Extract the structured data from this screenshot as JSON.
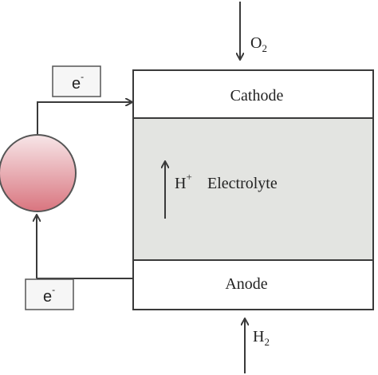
{
  "layers": {
    "cathode": "Cathode",
    "electrolyte": "Electrolyte",
    "anode": "Anode"
  },
  "ion": {
    "base": "H",
    "charge": "+"
  },
  "gases": {
    "top": {
      "base": "O",
      "sub": "2"
    },
    "bottom": {
      "base": "H",
      "sub": "2"
    }
  },
  "electron_labels": {
    "top": {
      "base": "e",
      "sup": "-"
    },
    "bottom": {
      "base": "e",
      "sup": "-"
    }
  },
  "colors": {
    "electrolyte_fill": "#e3e4e1",
    "load_circle_top": "#f7e6e8",
    "load_circle_bottom": "#d9757f",
    "stroke": "#3a3a3a"
  }
}
